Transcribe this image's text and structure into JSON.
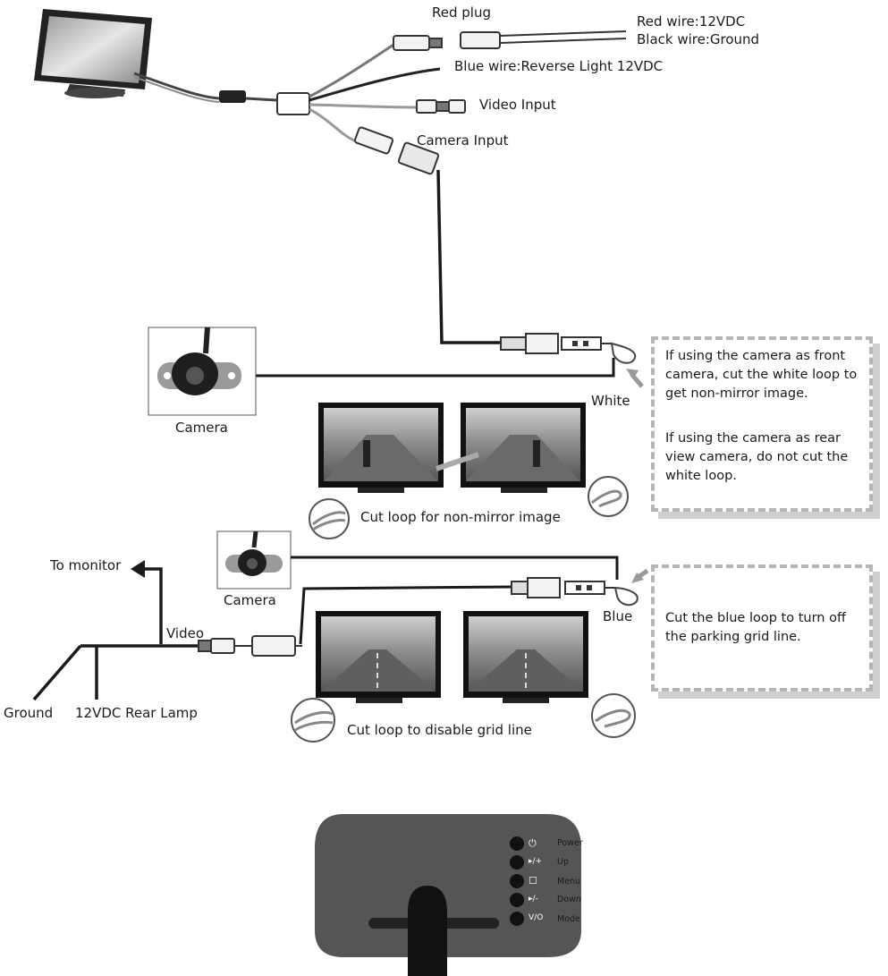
{
  "labels": {
    "red_plug": "Red plug",
    "red_wire": "Red wire:12VDC",
    "black_wire": "Black wire:Ground",
    "blue_wire": "Blue wire:Reverse Light 12VDC",
    "video_input": "Video Input",
    "camera_input": "Camera Input",
    "camera_1": "Camera",
    "white": "White",
    "cut_loop_mirror": "Cut loop for non-mirror image",
    "to_monitor": "To monitor",
    "camera_2": "Camera",
    "video": "Video",
    "blue": "Blue",
    "ground": "Ground",
    "rear_lamp": "12VDC Rear Lamp",
    "cut_loop_grid": "Cut loop to disable grid line"
  },
  "notes": {
    "mirror_front": "If using the camera as front camera, cut the white loop to get non-mirror image.",
    "mirror_rear": "If using the camera as rear view camera, do not cut the white loop.",
    "grid": "Cut the blue loop to turn off the parking grid line."
  },
  "control_panel": {
    "buttons": [
      {
        "glyph": "⏻",
        "name": "Power"
      },
      {
        "glyph": "▸/+",
        "name": "Up"
      },
      {
        "glyph": "☐",
        "name": "Menu"
      },
      {
        "glyph": "▸/-",
        "name": "Down"
      },
      {
        "glyph": "V/O",
        "name": "Mode"
      }
    ]
  },
  "colors": {
    "ink": "#1a1a1a",
    "panel": "#555555",
    "dashed_border": "#b5b5b5"
  }
}
